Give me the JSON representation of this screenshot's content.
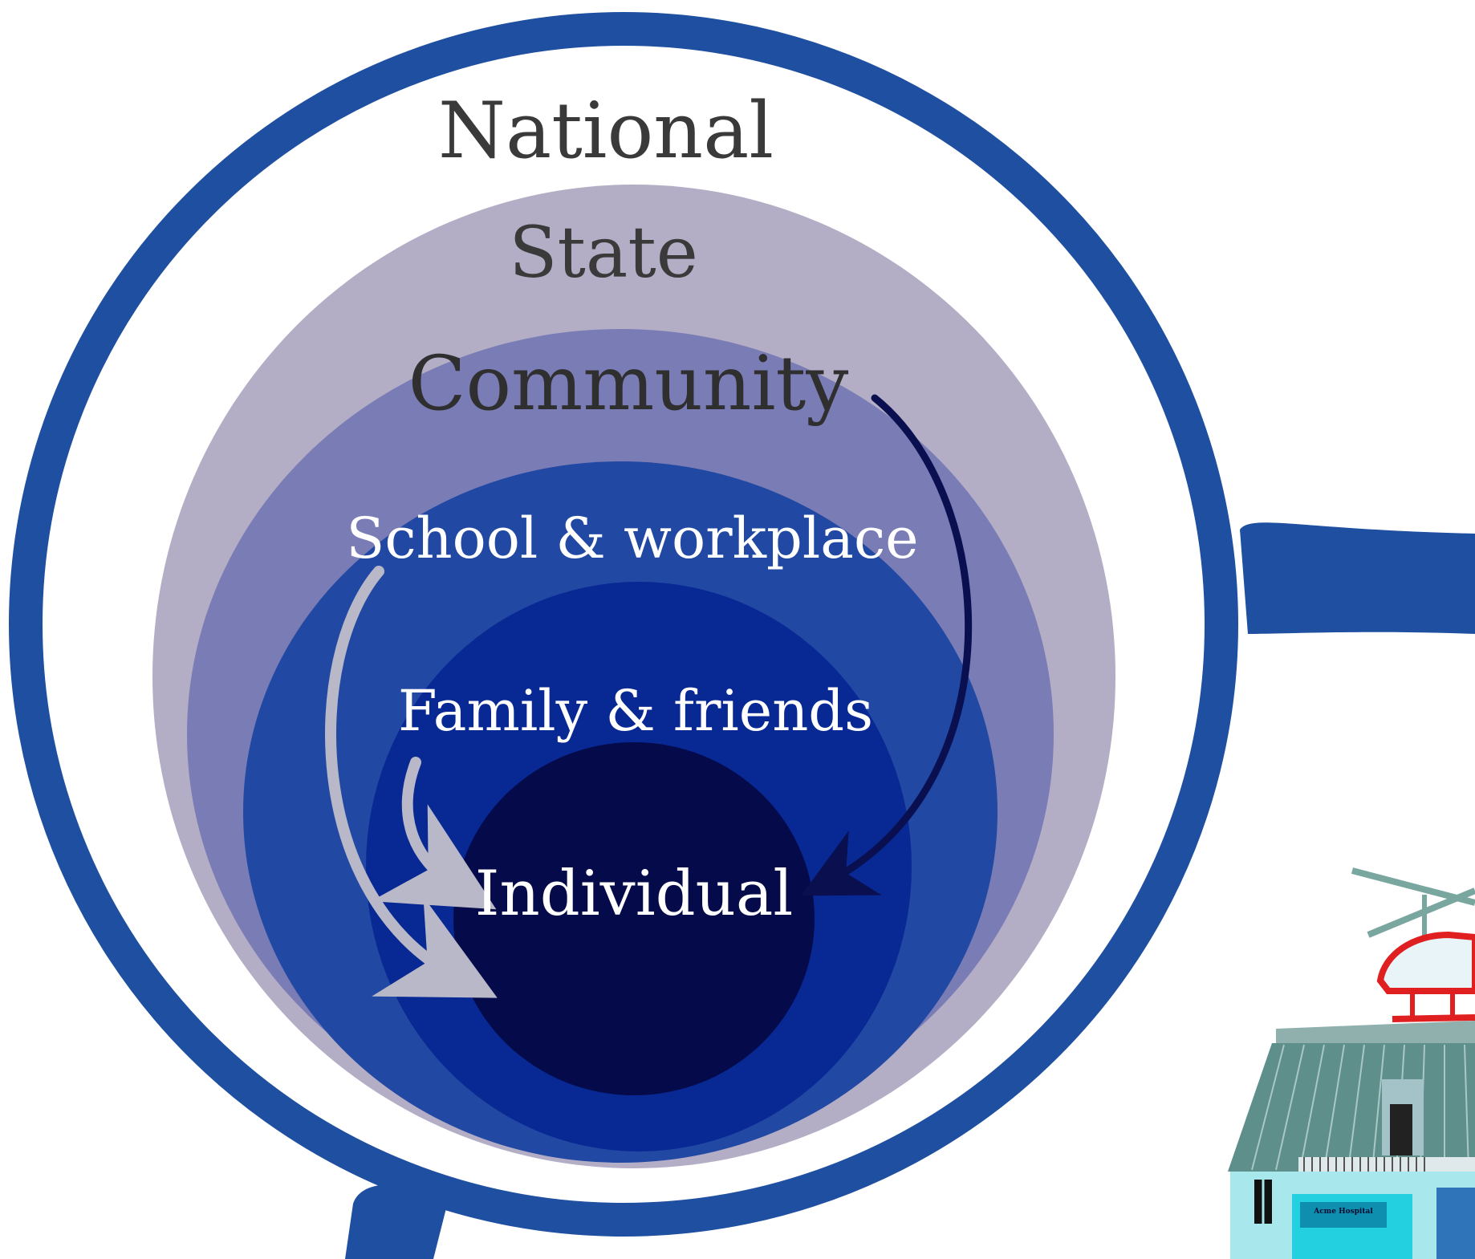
{
  "diagram": {
    "levels": [
      {
        "label": "National",
        "color": "#3a3a3a"
      },
      {
        "label": "State",
        "color": "#3a3a3a"
      },
      {
        "label": "Community",
        "color": "#2f2f2f"
      },
      {
        "label": "School & workplace",
        "color": "#ffffff"
      },
      {
        "label": "Family & friends",
        "color": "#ffffff"
      },
      {
        "label": "Individual",
        "color": "#ffffff"
      }
    ],
    "colors": {
      "frame": "#1e4fa0",
      "ring_state": "#b3adc5",
      "ring_community": "#7a7cb5",
      "ring_school": "#2148a3",
      "ring_family": "#082893",
      "ring_individual": "#050a4a",
      "arrow_light": "#b8b8c8",
      "arrow_dark": "#0a0f50"
    },
    "illustration": {
      "sign_text": "Acme Hospital",
      "icon": "hospital-building-with-helicopter-icon"
    }
  }
}
